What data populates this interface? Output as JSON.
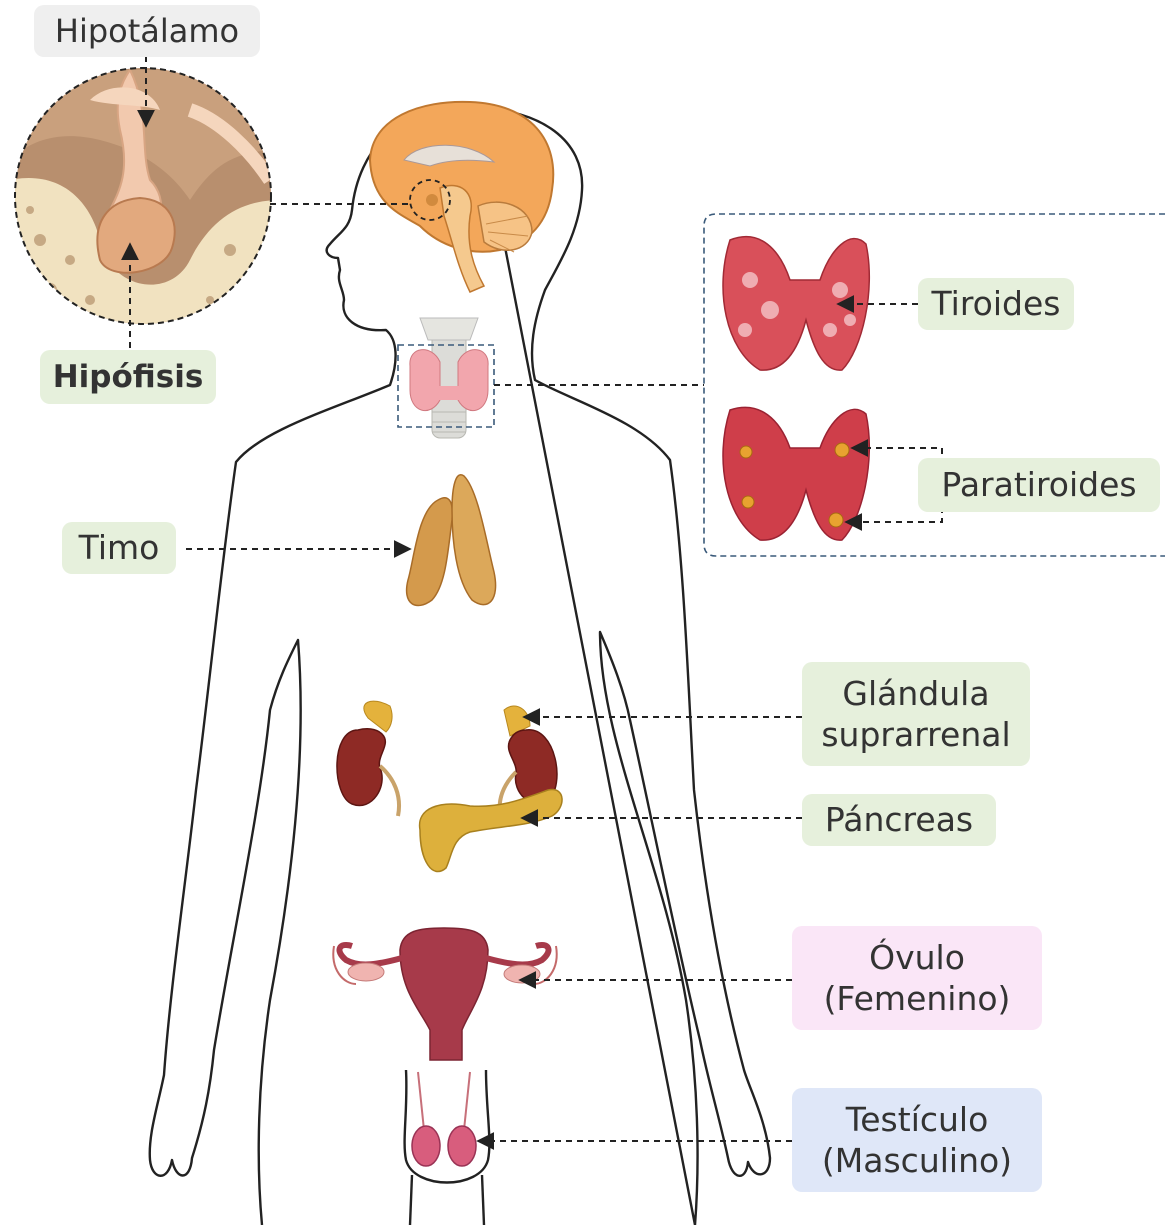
{
  "labels": {
    "hipotalamo": "Hipotálamo",
    "hipofisis": "Hipófisis",
    "tiroides": "Tiroides",
    "paratiroides": "Paratiroides",
    "timo": "Timo",
    "glandula_line1": "Glándula",
    "glandula_line2": "suprarrenal",
    "pancreas": "Páncreas",
    "ovulo_line1": "Óvulo",
    "ovulo_line2": "(Femenino)",
    "testiculo_line1": "Testículo",
    "testiculo_line2": "(Masculino)"
  },
  "colors": {
    "label_green": "#e6f0dc",
    "label_grey": "#efefef",
    "label_pink": "#fae6f7",
    "label_blue": "#dfe7f8",
    "outline": "#222222",
    "brain": "#f3a75a",
    "thyroid": "#d9505a",
    "kidney": "#8e2a25",
    "adrenal": "#e4b23c",
    "pancreas": "#ddb03c",
    "thymus": "#d49a4c",
    "uterus": "#a73a4a"
  }
}
